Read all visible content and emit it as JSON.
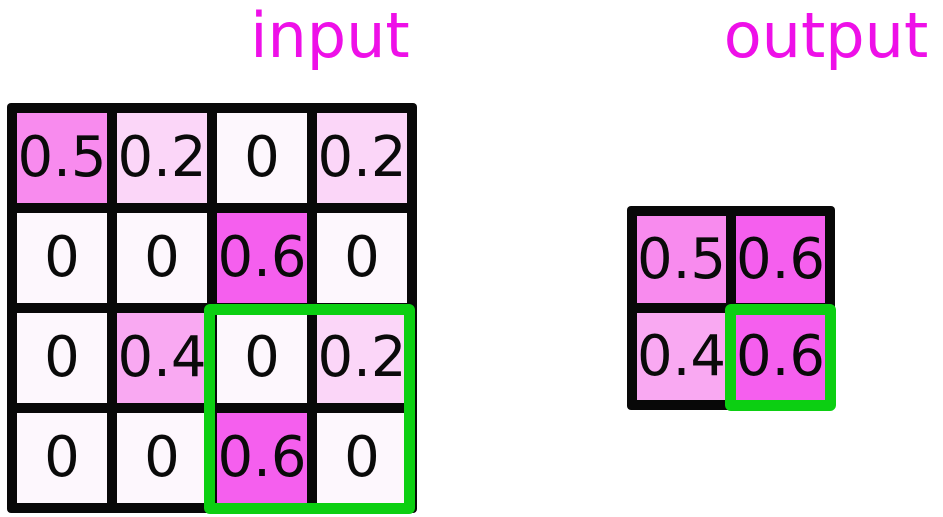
{
  "figure": {
    "input": {
      "title": "input",
      "grid": [
        [
          "0.5",
          "0.2",
          "0",
          "0.2"
        ],
        [
          "0",
          "0",
          "0.6",
          "0"
        ],
        [
          "0",
          "0.4",
          "0",
          "0.2"
        ],
        [
          "0",
          "0",
          "0.6",
          "0"
        ]
      ]
    },
    "output": {
      "title": "output",
      "grid": [
        [
          "0.5",
          "0.6"
        ],
        [
          "0.4",
          "0.6"
        ]
      ]
    },
    "highlight": {
      "input_region": "input rows 3-4, cols 3-4 (pooling window)",
      "output_region": "output row 2, col 2 (pooled value 0.6)"
    },
    "colors": {
      "title_text": "#ee10e8",
      "highlight_green": "#0ccf12",
      "grid_line": "#080808",
      "cell_text": "#0a0a0a",
      "value_fill": {
        "0": "#fdf7fd",
        "0.2": "#fbd6f8",
        "0.4": "#f9a9f2",
        "0.5": "#f88bee",
        "0.6": "#f55fee"
      }
    }
  }
}
